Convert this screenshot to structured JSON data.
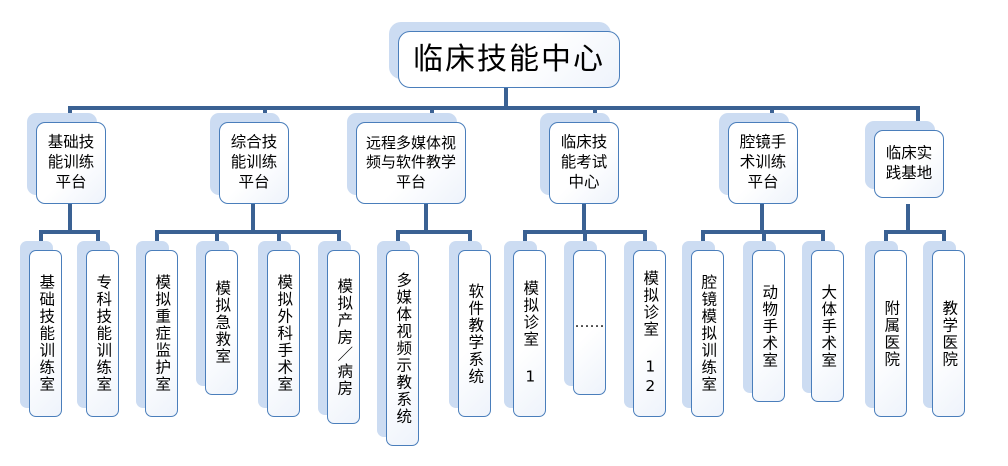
{
  "diagram": {
    "type": "organization-chart",
    "title": "临床技能中心",
    "theme": {
      "line_color": "#3a6193",
      "box_border": "#4a7ebb",
      "box_shadow": "#ccdcf2",
      "box_fill": "#ffffff",
      "text_color": "#000000",
      "background": "#ffffff"
    },
    "root": {
      "label": "临床技能中心"
    },
    "level2": [
      {
        "id": "p1",
        "label": "基础技\n能训练\n平台"
      },
      {
        "id": "p2",
        "label": "综合技\n能训练\n平台"
      },
      {
        "id": "p3",
        "label": "远程多媒体视\n频与软件教学\n平台"
      },
      {
        "id": "p4",
        "label": "临床技\n能考试\n中心"
      },
      {
        "id": "p5",
        "label": "腔镜手\n术训练\n平台"
      },
      {
        "id": "p6",
        "label": "临床实\n践基地"
      }
    ],
    "leaves": [
      {
        "id": "l01",
        "parent": "p1",
        "label": "基础技能训练室"
      },
      {
        "id": "l02",
        "parent": "p1",
        "label": "专科技能训练室"
      },
      {
        "id": "l03",
        "parent": "p2",
        "label": "模拟重症监护室"
      },
      {
        "id": "l04",
        "parent": "p2",
        "label": "模拟急救室"
      },
      {
        "id": "l05",
        "parent": "p2",
        "label": "模拟外科手术室"
      },
      {
        "id": "l06",
        "parent": "p2",
        "label": "模拟产房／病房"
      },
      {
        "id": "l07",
        "parent": "p3",
        "label": "多媒体视频示教系统"
      },
      {
        "id": "l08",
        "parent": "p3",
        "label": "软件教学系统"
      },
      {
        "id": "l09",
        "parent": "p4",
        "label": "模拟诊室 1"
      },
      {
        "id": "l10",
        "parent": "p4",
        "label": "……"
      },
      {
        "id": "l11",
        "parent": "p4",
        "label": "模拟诊室 12"
      },
      {
        "id": "l12",
        "parent": "p5",
        "label": "腔镜模拟训练室"
      },
      {
        "id": "l13",
        "parent": "p5",
        "label": "动物手术室"
      },
      {
        "id": "l14",
        "parent": "p5",
        "label": "大体手术室"
      },
      {
        "id": "l15",
        "parent": "p6",
        "label": "附属医院"
      },
      {
        "id": "l16",
        "parent": "p6",
        "label": "教学医院"
      }
    ]
  }
}
